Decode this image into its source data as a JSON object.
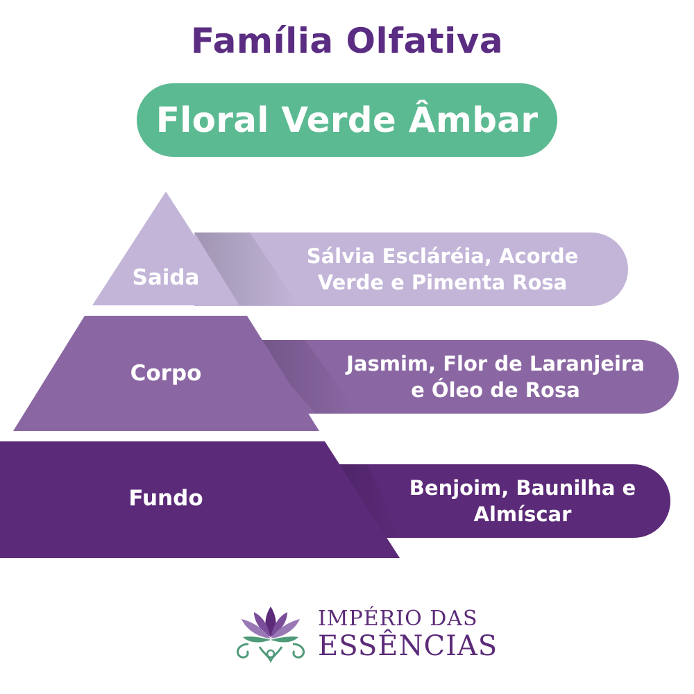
{
  "title": "Família Olfativa",
  "family": "Floral Verde Âmbar",
  "layers": [
    {
      "label": "Saida",
      "notes_line1": "Sálvia Escláréia, Acorde",
      "notes_line2": "Verde e Pimenta Rosa"
    },
    {
      "label": "Corpo",
      "notes_line1": "Jasmim, Flor de Laranjeira",
      "notes_line2": "e Óleo de Rosa"
    },
    {
      "label": "Fundo",
      "notes_line1": "Benjoim, Baunilha e",
      "notes_line2": "Almíscar"
    }
  ],
  "brand": {
    "line1": "IMPÉRIO DAS",
    "line2": "ESSÊNCIAS"
  },
  "colors": {
    "title": "#5b2d82",
    "family_pill": "#5bba91",
    "top_layer": "#c2b5d8",
    "middle_layer": "#8a67a3",
    "bottom_layer": "#5b2a78"
  }
}
